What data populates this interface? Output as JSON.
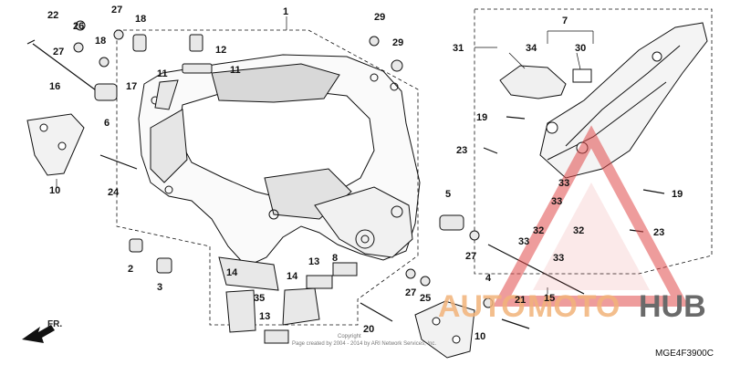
{
  "diagram": {
    "code": "MGE4F3900C",
    "direction_label": "FR.",
    "copyright_line1": "Copyright",
    "copyright_line2": "Page created by 2004 - 2014 by ARI Network Services, Inc.",
    "watermark": {
      "part1": "AUTO",
      "part2": "MOTO",
      "part3": "HUB"
    },
    "parts": {
      "p1": "1",
      "p2": "2",
      "p3": "3",
      "p4": "4",
      "p5": "5",
      "p6": "6",
      "p7": "7",
      "p8": "8",
      "p10a": "10",
      "p10b": "10",
      "p11a": "11",
      "p11b": "11",
      "p12": "12",
      "p13a": "13",
      "p13b": "13",
      "p14a": "14",
      "p14b": "14",
      "p15": "15",
      "p16": "16",
      "p17": "17",
      "p18a": "18",
      "p18b": "18",
      "p19a": "19",
      "p19b": "19",
      "p20": "20",
      "p21": "21",
      "p22": "22",
      "p23a": "23",
      "p23b": "23",
      "p24": "24",
      "p25": "25",
      "p26": "26",
      "p27a": "27",
      "p27b": "27",
      "p27c": "27",
      "p27d": "27",
      "p29a": "29",
      "p29b": "29",
      "p30": "30",
      "p31": "31",
      "p32a": "32",
      "p32b": "32",
      "p33a": "33",
      "p33b": "33",
      "p33c": "33",
      "p33d": "33",
      "p34": "34",
      "p35": "35"
    }
  },
  "colors": {
    "line": "#111111",
    "watermark_orange": "#f2b37a",
    "watermark_red": "#e04b4b",
    "watermark_grey": "#6a6a6a"
  }
}
